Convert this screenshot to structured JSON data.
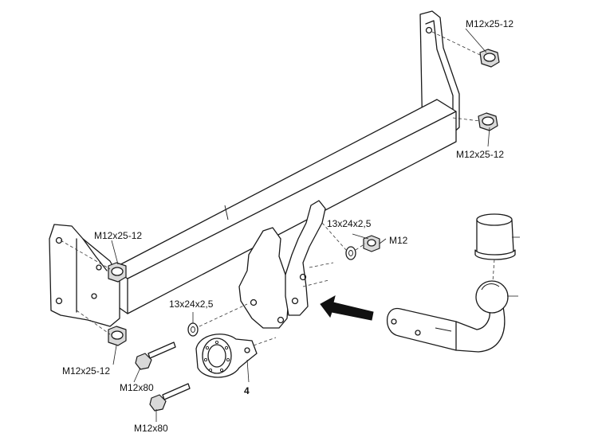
{
  "labels": {
    "nut_top_right_upper": "M12x25-12",
    "nut_top_right_lower": "M12x25-12",
    "nut_left_upper": "M12x25-12",
    "nut_left_lower": "M12x25-12",
    "washer_right": "13x24x2,5",
    "nut_right": "M12",
    "washer_left": "13x24x2,5",
    "bolt_upper": "M12x80",
    "bolt_lower": "M12x80",
    "part_number": "4"
  }
}
